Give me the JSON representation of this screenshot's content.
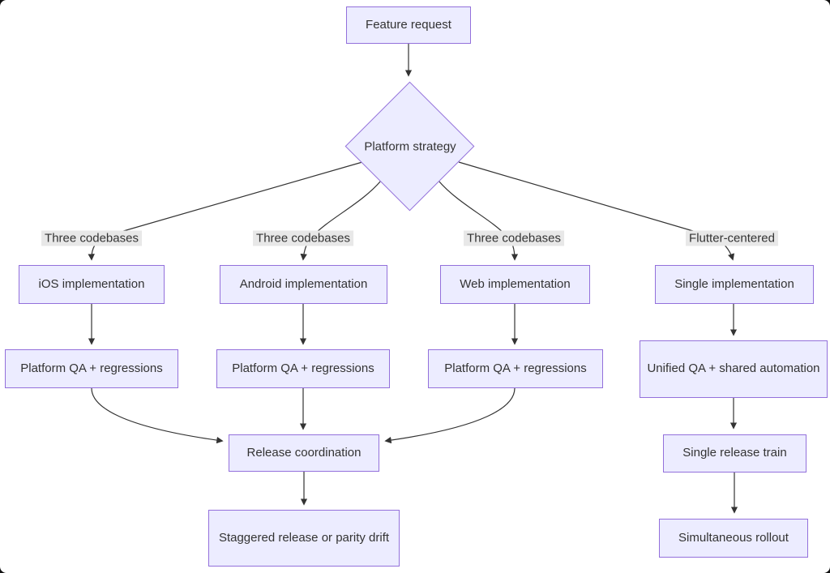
{
  "diagram_type": "flowchart",
  "nodes": {
    "feature_request": {
      "label": "Feature request",
      "shape": "rect"
    },
    "platform_strategy": {
      "label": "Platform strategy",
      "shape": "diamond"
    },
    "ios_implementation": {
      "label": "iOS implementation",
      "shape": "rect"
    },
    "android_implementation": {
      "label": "Android implementation",
      "shape": "rect"
    },
    "web_implementation": {
      "label": "Web implementation",
      "shape": "rect"
    },
    "single_implementation": {
      "label": "Single implementation",
      "shape": "rect"
    },
    "platform_qa_ios": {
      "label": "Platform QA + regressions",
      "shape": "rect"
    },
    "platform_qa_android": {
      "label": "Platform QA + regressions",
      "shape": "rect"
    },
    "platform_qa_web": {
      "label": "Platform QA + regressions",
      "shape": "rect"
    },
    "unified_qa": {
      "label": "Unified QA + shared automation",
      "shape": "rect"
    },
    "release_coordination": {
      "label": "Release coordination",
      "shape": "rect"
    },
    "staggered_release": {
      "label": "Staggered release or parity drift",
      "shape": "rect"
    },
    "single_release_train": {
      "label": "Single release train",
      "shape": "rect"
    },
    "simultaneous_rollout": {
      "label": "Simultaneous rollout",
      "shape": "rect"
    }
  },
  "edge_labels": {
    "ios": "Three codebases",
    "android": "Three codebases",
    "web": "Three codebases",
    "flutter": "Flutter-centered"
  },
  "edges": [
    {
      "from": "feature_request",
      "to": "platform_strategy",
      "label": ""
    },
    {
      "from": "platform_strategy",
      "to": "ios_implementation",
      "label": "Three codebases"
    },
    {
      "from": "platform_strategy",
      "to": "android_implementation",
      "label": "Three codebases"
    },
    {
      "from": "platform_strategy",
      "to": "web_implementation",
      "label": "Three codebases"
    },
    {
      "from": "platform_strategy",
      "to": "single_implementation",
      "label": "Flutter-centered"
    },
    {
      "from": "ios_implementation",
      "to": "platform_qa_ios",
      "label": ""
    },
    {
      "from": "android_implementation",
      "to": "platform_qa_android",
      "label": ""
    },
    {
      "from": "web_implementation",
      "to": "platform_qa_web",
      "label": ""
    },
    {
      "from": "single_implementation",
      "to": "unified_qa",
      "label": ""
    },
    {
      "from": "platform_qa_ios",
      "to": "release_coordination",
      "label": ""
    },
    {
      "from": "platform_qa_android",
      "to": "release_coordination",
      "label": ""
    },
    {
      "from": "platform_qa_web",
      "to": "release_coordination",
      "label": ""
    },
    {
      "from": "release_coordination",
      "to": "staggered_release",
      "label": ""
    },
    {
      "from": "unified_qa",
      "to": "single_release_train",
      "label": ""
    },
    {
      "from": "single_release_train",
      "to": "simultaneous_rollout",
      "label": ""
    }
  ],
  "colors": {
    "node_fill": "#ECECFF",
    "node_border": "#9370DB",
    "edge_stroke": "#333333",
    "edge_label_bg": "#e8e8e8",
    "text": "#333333",
    "background": "#ffffff"
  }
}
